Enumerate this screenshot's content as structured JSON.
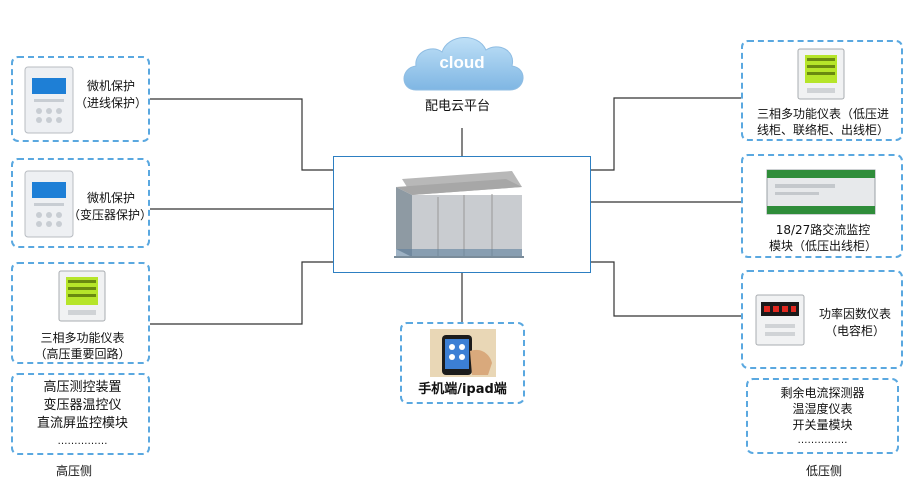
{
  "cloud": {
    "text": "cloud",
    "title": "配电云平台"
  },
  "left": {
    "box1": {
      "line1": "微机保护",
      "line2": "（进线保护）"
    },
    "box2": {
      "line1": "微机保护",
      "line2": "（变压器保护）"
    },
    "box3": {
      "line1": "三相多功能仪表",
      "line2": "（高压重要回路）"
    },
    "box4": {
      "line1": "高压测控装置",
      "line2": "变压器温控仪",
      "line3": "直流屏监控模块",
      "line4": "……………"
    },
    "side_label": "高压侧"
  },
  "right": {
    "box1": {
      "line1": "三相多功能仪表（低压进",
      "line2": "线柜、联络柜、出线柜）"
    },
    "box2": {
      "line1": "18/27路交流监控",
      "line2": "模块（低压出线柜）"
    },
    "box3": {
      "line1": "功率因数仪表",
      "line2": "（电容柜）"
    },
    "box4": {
      "line1": "剩余电流探测器",
      "line2": "温湿度仪表",
      "line3": "开关量模块",
      "line4": "……………"
    },
    "side_label": "低压侧"
  },
  "mobile": {
    "label": "手机端/ipad端"
  },
  "colors": {
    "dash": "#5aa8e0",
    "line": "#333333",
    "cloud": "#9cc9ec"
  }
}
